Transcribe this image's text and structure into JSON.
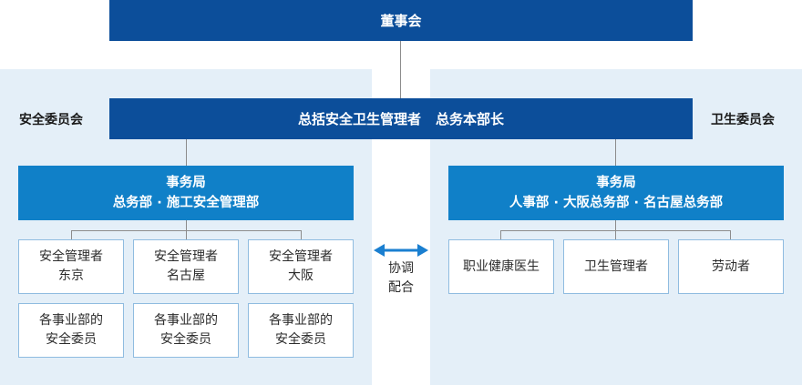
{
  "board": "董事会",
  "head": {
    "role": "总括安全卫生管理者",
    "title": "总务本部长"
  },
  "committees": {
    "safety": "安全委员会",
    "health": "卫生委员会"
  },
  "left_office": {
    "line1": "事务局",
    "line2": "总务部 · 施工安全管理部"
  },
  "right_office": {
    "line1": "事务局",
    "line2": "人事部 · 大阪总务部 · 名古屋总务部"
  },
  "managers": [
    {
      "line1": "安全管理者",
      "line2": "东京"
    },
    {
      "line1": "安全管理者",
      "line2": "名古屋"
    },
    {
      "line1": "安全管理者",
      "line2": "大阪"
    }
  ],
  "division_committees": [
    {
      "line1": "各事业部的",
      "line2": "安全委员"
    },
    {
      "line1": "各事业部的",
      "line2": "安全委员"
    },
    {
      "line1": "各事业部的",
      "line2": "安全委员"
    }
  ],
  "health_roles": [
    {
      "label": "职业健康医生"
    },
    {
      "label": "卫生管理者"
    },
    {
      "label": "劳动者"
    }
  ],
  "coordination": {
    "line1": "协调",
    "line2": "配合"
  },
  "colors": {
    "dark_blue": "#0c4e9a",
    "mid_blue": "#1080c8",
    "panel_bg": "#e4eff8",
    "box_border": "#8fbce0",
    "arrow": "#1a7fd0"
  }
}
